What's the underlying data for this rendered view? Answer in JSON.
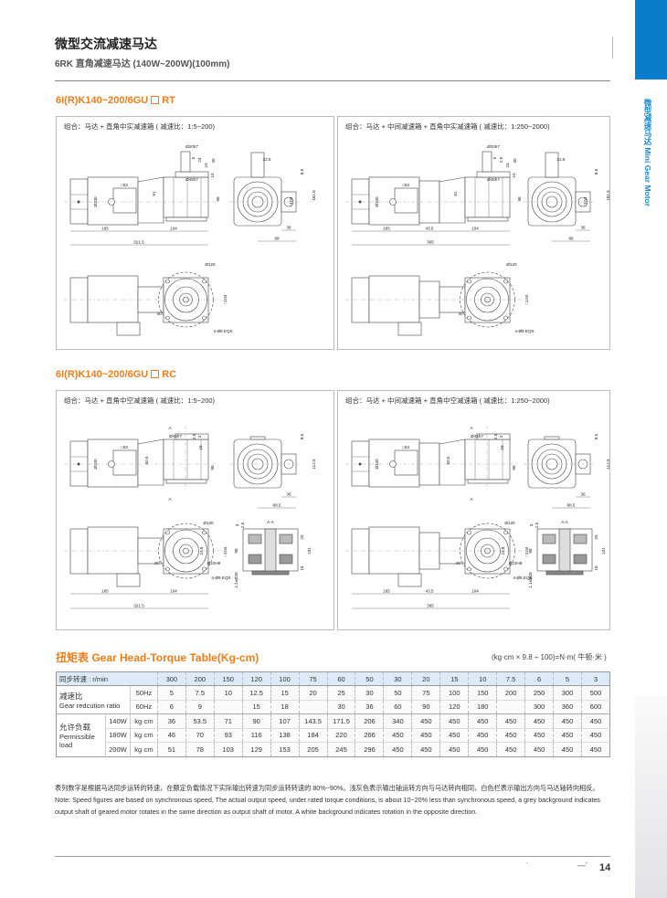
{
  "header": {
    "title": "微型交流减速马达",
    "subtitle": "6RK 直角减速马达 (140W~200W)(100mm)"
  },
  "sidebar": {
    "text": "微型减速马达 Mini Gear Motor",
    "accent": "#0a7ccc"
  },
  "sections": [
    {
      "model": "6I(R)K140~200/6GU",
      "suffix": "RT"
    },
    {
      "model": "6I(R)K140~200/6GU",
      "suffix": "RC"
    }
  ],
  "panels": [
    {
      "caption": "组合：马达 + 直角中实减速箱 ( 减速比：1:5~200)",
      "type": "RT",
      "stage2": false,
      "labels": {
        "shaft_dia": "Ø20h7",
        "s5": "5",
        "s24": "24",
        "s23": "23",
        "s40": "40",
        "s10": "10",
        "box": "□53",
        "motor_dia": "Ø100",
        "flange_dia": "Ø45h7",
        "h91": "91",
        "h98": "98",
        "key": "22.5",
        "d85": "8.5",
        "h181": "181.5",
        "sq104": "□104",
        "l165": "165",
        "l104": "104",
        "total": "321.5",
        "w36": "36",
        "w88": "88",
        "b_dia": "Ø120",
        "b_sq": "□104",
        "b_holes": "4-Ø9 EQS",
        "b_angle": "40°"
      }
    },
    {
      "caption": "组合：马达 + 中间减速箱 + 直角中实减速箱 ( 减速比：1:250~2000)",
      "type": "RT",
      "stage2": true,
      "labels": {
        "shaft_dia": "Ø20h7",
        "s5": "5",
        "s24": "2.5",
        "s23": "23",
        "s40": "40",
        "s10": "10",
        "box": "□53",
        "motor_dia": "Ø100",
        "flange_dia": "Ø45h7",
        "h91": "91",
        "h98": "98",
        "key": "22.5",
        "d85": "8.5",
        "h181": "181.5",
        "sq104": "□104",
        "l165": "165",
        "l43": "43.5",
        "l104": "104",
        "total": "365",
        "w36": "36",
        "w88": "88",
        "b_dia": "Ø120",
        "b_sq": "□104",
        "b_holes": "4-Ø9 EQS",
        "b_angle": "40°"
      }
    },
    {
      "caption": "组合：马达 + 直角中空减速箱 ( 减速比：1:5~200)",
      "type": "RC",
      "stage2": false,
      "labels": {
        "A_top": "A",
        "A_bot": "A",
        "flange_dia": "Ø45h7",
        "s25": "2.5",
        "s3": "3",
        "s16": "16",
        "h605": "60.5",
        "motor_dia": "Ø100",
        "box": "□53",
        "h98": "98",
        "d85": "8.5",
        "h1125": "112.5",
        "w36": "36",
        "w885": "88.5",
        "b_dia": "Ø120",
        "b_sq": "□104",
        "b_22": "Ø22H8",
        "b_248": "24.8",
        "b_holes": "4-Ø9 EQS",
        "b_angle": "40°",
        "aa": "A-A",
        "sec3": "3",
        "sec25": "2.5",
        "sec25b": "25",
        "sec98": "98",
        "sec101": "101",
        "sec16": "16",
        "sec128": "1.1xØ28",
        "l165": "165",
        "l104": "104",
        "total": "321.5"
      }
    },
    {
      "caption": "组合：马达 + 中间减速箱 + 直角中空减速箱 ( 减速比：1:250~2000)",
      "type": "RC",
      "stage2": true,
      "labels": {
        "A_top": "A",
        "A_bot": "A",
        "flange_dia": "Ø45h7",
        "s25": "2.5",
        "s3": "3",
        "s16": "16",
        "h605": "60.5",
        "motor_dia": "Ø100",
        "box": "□53",
        "h98": "98",
        "d85": "8.5",
        "h1125": "112.5",
        "w36": "36",
        "w885": "88.5",
        "b_dia": "Ø120",
        "b_sq": "□104",
        "b_22": "Ø22H8",
        "b_248": "24.8",
        "b_holes": "4-Ø9 EQS",
        "b_angle": "40°",
        "aa": "A-A",
        "sec3": "3",
        "sec25": "2.5",
        "sec25b": "25",
        "sec98": "98",
        "sec101": "101",
        "sec16": "16",
        "sec128": "1.1xØ28",
        "l165": "165",
        "l43": "43.5",
        "l104": "104",
        "total": "365"
      }
    }
  ],
  "torque": {
    "title": "扭矩表 Gear Head-Torque Table(Kg-cm)",
    "unit_note": "(kg·cm × 9.8 ÷ 100)=N·m( 牛顿·米 )",
    "speed_label": "同步转速 : r/min",
    "speeds": [
      "300",
      "200",
      "150",
      "120",
      "100",
      "75",
      "60",
      "50",
      "30",
      "20",
      "15",
      "10",
      "7.5",
      "6",
      "5",
      "3"
    ],
    "ratio_label_cn": "减速比",
    "ratio_label_en": "Gear redcution ratio",
    "ratio_rows": [
      {
        "freq": "50Hz",
        "values": [
          "5",
          "7.5",
          "10",
          "12.5",
          "15",
          "20",
          "25",
          "30",
          "50",
          "75",
          "100",
          "150",
          "200",
          "250",
          "300",
          "500"
        ]
      },
      {
        "freq": "60Hz",
        "values": [
          "6",
          "9",
          "",
          "15",
          "18",
          "",
          "30",
          "36",
          "60",
          "90",
          "120",
          "180",
          "",
          "300",
          "360",
          "600"
        ]
      }
    ],
    "load_label_cn": "允许负载",
    "load_label_en": "Permissible load",
    "load_rows": [
      {
        "power": "140W",
        "unit": "kg·cm",
        "values": [
          "36",
          "53.5",
          "71",
          "90",
          "107",
          "143.5",
          "171.5",
          "206",
          "340",
          "450",
          "450",
          "450",
          "450",
          "450",
          "450",
          "450"
        ]
      },
      {
        "power": "180W",
        "unit": "kg·cm",
        "values": [
          "46",
          "70",
          "93",
          "116",
          "138",
          "184",
          "220",
          "266",
          "450",
          "450",
          "450",
          "450",
          "450",
          "450",
          "450",
          "450"
        ]
      },
      {
        "power": "200W",
        "unit": "kg·cm",
        "values": [
          "51",
          "78",
          "103",
          "129",
          "153",
          "205",
          "245",
          "296",
          "450",
          "450",
          "450",
          "450",
          "450",
          "450",
          "450",
          "450"
        ]
      }
    ]
  },
  "notes": {
    "cn": "表列数字是根据马达同步运转的转速，在额定负载情况下实际输出转速为同步运转转速的 80%~90%。浅灰色表示输出轴运转方向与马达转向相同，白色栏表示输出方向与马达轴转向相反。",
    "en": "Note: Speed figures are based on synchronous speed, The actual output speed, under rated torque conditions, is about 10~20% less than synchronous speed, a grey background indicates output shaft of geared motor rotates in the same direction as output shaft of motor. A white background indicates rotation in the opposite direction."
  },
  "footer": {
    "page": "14"
  }
}
